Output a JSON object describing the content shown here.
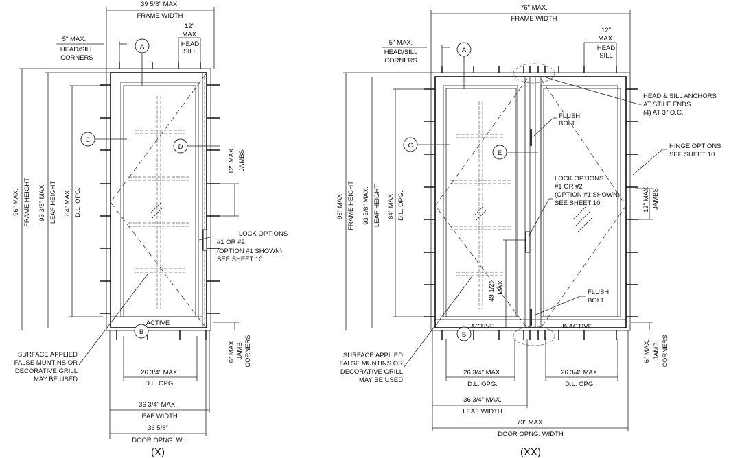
{
  "single": {
    "frame_width": "39 5/8\" MAX.",
    "frame_width_label": "FRAME WIDTH",
    "corner_dim": "5\" MAX.",
    "corner_l1": "HEAD/SILL",
    "corner_l2": "CORNERS",
    "head_dim1": "12\"",
    "head_dim2": "MAX.",
    "head_l1": "HEAD",
    "head_l2": "SILL",
    "tag_a": "A",
    "tag_b": "B",
    "tag_c": "C",
    "tag_d": "D",
    "frame_height": "96\" MAX.",
    "frame_height_label": "FRAME HEIGHT",
    "leaf_height": "93 3/8\" MAX.",
    "leaf_height_label": "LEAF HEIGHT",
    "dl_height": "84\" MAX.",
    "dl_height_label": "D.L. OPG.",
    "jamb_dim": "12\" MAX.",
    "jamb_label": "JAMBS",
    "lock": [
      "LOCK OPTIONS",
      "#1 OR #2",
      "(OPTION #1 SHOWN)",
      "SEE SHEET 10"
    ],
    "active": "ACTIVE",
    "muntins": [
      "SURFACE APPLIED",
      "FALSE MUNTINS OR",
      "DECORATIVE GRILL",
      "MAY BE USED"
    ],
    "jamb_corner_dim": "6\" MAX.",
    "jamb_corner_l1": "JAMB",
    "jamb_corner_l2": "CORNERS",
    "dl_width": "26 3/4\" MAX.",
    "dl_width_label": "D.L. OPG.",
    "leaf_width": "36 3/4\" MAX.",
    "leaf_width_label": "LEAF WIDTH",
    "door_opng": "36 5/8\"",
    "door_opng_label": "DOOR OPNG. W.",
    "caption": "(X)"
  },
  "double": {
    "frame_width": "76\" MAX.",
    "frame_width_label": "FRAME WIDTH",
    "corner_dim": "5\" MAX.",
    "corner_l1": "HEAD/SILL",
    "corner_l2": "CORNERS",
    "head_dim1": "12\"",
    "head_dim2": "MAX.",
    "head_l1": "HEAD",
    "head_l2": "SILL",
    "tag_a": "A",
    "tag_b": "B",
    "tag_c": "C",
    "tag_e": "E",
    "anchors": [
      "HEAD & SILL ANCHORS",
      "AT STILE ENDS",
      "(4) AT 3\" O.C."
    ],
    "flush_bolt_top": [
      "FLUSH",
      "BOLT"
    ],
    "hinge": [
      "HINGE OPTIONS",
      "SEE SHEET 10"
    ],
    "lock": [
      "LOCK OPTIONS",
      "#1 OR #2",
      "(OPTION #1 SHOWN)",
      "SEE SHEET 10"
    ],
    "frame_height": "96\" MAX.",
    "frame_height_label": "FRAME HEIGHT",
    "leaf_height": "93 3/8\" MAX.",
    "leaf_height_label": "LEAF HEIGHT",
    "dl_height": "84\" MAX.",
    "dl_height_label": "D.L. OPG.",
    "jamb_dim": "12\" MAX.",
    "jamb_label": "JAMBS",
    "lock_height": "49 1/2\"",
    "lock_height_label": "MAX.",
    "flush_bolt_bottom": [
      "FLUSH",
      "BOLT"
    ],
    "active": "ACTIVE",
    "inactive": "INACTIVE",
    "muntins": [
      "SURFACE APPLIED",
      "FALSE MUNTINS OR",
      "DECORATIVE GRILL",
      "MAY BE USED"
    ],
    "jamb_corner_dim": "6\" MAX.",
    "jamb_corner_l1": "JAMB",
    "jamb_corner_l2": "CORNERS",
    "dl_width_left": "26 3/4\" MAX.",
    "dl_width_left_label": "D.L. OPG.",
    "dl_width_right": "26 3/4\" MAX.",
    "dl_width_right_label": "D.L. OPG.",
    "leaf_width": "36 3/4\" MAX.",
    "leaf_width_label": "LEAF WIDTH",
    "door_opng": "73\" MAX.",
    "door_opng_label": "DOOR OPNG. WIDTH",
    "caption": "(XX)"
  }
}
